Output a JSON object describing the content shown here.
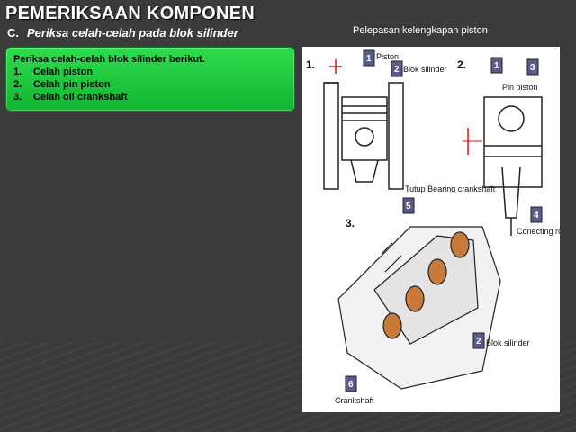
{
  "slide": {
    "title": "PEMERIKSAAN KOMPONEN",
    "subtitle_num": "C.",
    "subtitle_text": "Periksa celah-celah pada blok silinder",
    "caption": "Pelepasan kelengkapan piston"
  },
  "checklist": {
    "heading": "Periksa celah-celah blok silinder berikut.",
    "items": [
      {
        "num": "1.",
        "text": "Celah piston"
      },
      {
        "num": "2.",
        "text": "Celah pin piston"
      },
      {
        "num": "3.",
        "text": "Celah oli crankshaft"
      }
    ]
  },
  "figure": {
    "steps": [
      "1.",
      "2.",
      "3."
    ],
    "labels": {
      "piston": "Piston",
      "blok_silinder": "Blok silinder",
      "pin_piston": "Pin piston",
      "tutup_bearing": "Tutup Bearing crankshaft",
      "conecting_rod": "Conecting rod",
      "blok_silinder_2": "Blok silinder",
      "crankshaft": "Crankshaft"
    },
    "badges": [
      "1",
      "2",
      "1",
      "3",
      "5",
      "4",
      "2",
      "6"
    ]
  },
  "colors": {
    "background": "#3b3b3b",
    "green_box": "#1fc93d",
    "badge": "#5a5a8c",
    "arrow_red": "#e01010"
  }
}
